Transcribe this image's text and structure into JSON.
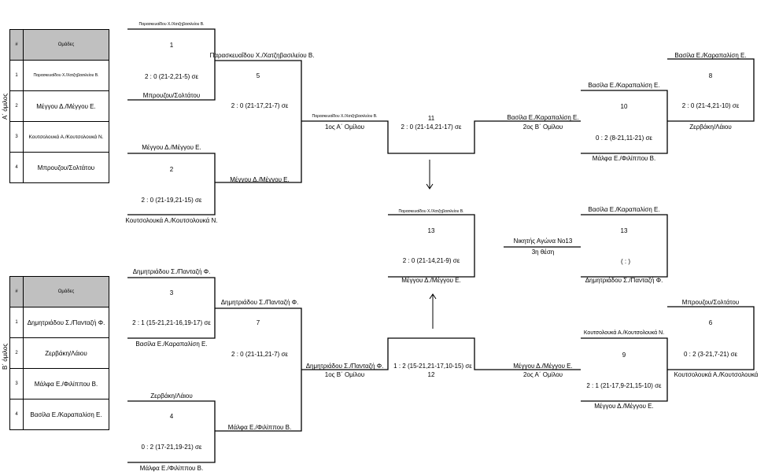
{
  "groupA": {
    "side_label": "Α΄ όμιλος",
    "header_idx": "#",
    "header_name": "Ομάδες",
    "rows": [
      {
        "idx": "1",
        "name": "Παρασκευαΐδου Χ./Χατζηβασιλείου Β."
      },
      {
        "idx": "2",
        "name": "Μέγγου Δ./Μέγγου Ε."
      },
      {
        "idx": "3",
        "name": "Κουτσολουκά Α./Κουτσολουκά Ν."
      },
      {
        "idx": "4",
        "name": "Μπρουζου/Σολτάτου"
      }
    ]
  },
  "groupB": {
    "side_label": "Β΄ όμιλος",
    "header_idx": "#",
    "header_name": "Ομάδες",
    "rows": [
      {
        "idx": "1",
        "name": "Δημητριάδου Σ./Πανταζή Φ."
      },
      {
        "idx": "2",
        "name": "Ζερβάκη/Λάιου"
      },
      {
        "idx": "3",
        "name": "Μάλφα Ε./Φιλίππου Β."
      },
      {
        "idx": "4",
        "name": "Βασίλα Ε./Καραπαλίση Ε."
      }
    ]
  },
  "matches": {
    "m1": {
      "top": "Παρασκευαΐδου Χ./Χατζηβασιλείου Β.",
      "num": "1",
      "score": "2 : 0  (21-2,21-5)  σε",
      "bottom": "Μπρουζου/Σολτάτου"
    },
    "m2": {
      "top": "Μέγγου Δ./Μέγγου Ε.",
      "num": "2",
      "score": "2 : 0  (21-19,21-15)  σε",
      "bottom": "Κουτσολουκά Α./Κουτσολουκά Ν."
    },
    "m5": {
      "top": "Παρασκευαΐδου Χ./Χατζηβασιλείου Β.",
      "num": "5",
      "score": "2 : 0  (21-17,21-7)  σε",
      "bottom": "Μέγγου Δ./Μέγγου Ε."
    },
    "m3": {
      "top": "Δημητριάδου Σ./Πανταζή Φ.",
      "num": "3",
      "score": "2 : 1  (15-21,21-16,19-17)  σε",
      "bottom": "Βασίλα Ε./Καραπαλίση Ε."
    },
    "m4": {
      "top": "Ζερβάκη/Λάιου",
      "num": "4",
      "score": "0 : 2  (17-21,19-21)  σε",
      "bottom": "Μάλφα Ε./Φιλίππου Β."
    },
    "m7": {
      "top": "Δημητριάδου Σ./Πανταζή Φ.",
      "num": "7",
      "score": "2 : 0  (21-11,21-7)  σε",
      "bottom": "Μάλφα Ε./Φιλίππου Β."
    },
    "m11": {
      "top_a": "Παρασκευαΐδου Χ./Χατζηβασιλείου Β.",
      "top_b": "1ος Α΄ Ομίλου",
      "num": "11",
      "score": "2 : 0  (21-14,21-17)  σε",
      "right_a": "Βασίλα Ε./Καραπαλίση Ε.",
      "right_b": "2ος Β΄ Ομίλου"
    },
    "m12": {
      "left_a": "Δημητριάδου Σ./Πανταζή Φ.",
      "left_b": "1ος Β΄ Ομίλου",
      "score": "1 : 2   (15-21,21-17,10-15)   σε",
      "num": "12",
      "right_a": "Μέγγου Δ./Μέγγου Ε.",
      "right_b": "2ος Α΄ Ομίλου"
    },
    "final13": {
      "top": "Παρασκευαΐδου Χ./Χατζηβασιλείου Β.",
      "num": "13",
      "score": "2 : 0  (21-14,21-9)  σε",
      "bottom": "Μέγγου Δ./Μέγγου Ε."
    },
    "m10": {
      "top": "Βασίλα Ε./Καραπαλίση Ε.",
      "num": "10",
      "score": "0 : 2  (8-21,11-21)  σε",
      "bottom": "Μάλφα Ε./Φιλίππου Β."
    },
    "m8": {
      "top": "Βασίλα Ε./Καραπαλίση Ε.",
      "num": "8",
      "score": "2 : 0  (21-4,21-10)  σε",
      "bottom": "Ζερβάκη/Λάιου"
    },
    "third13": {
      "left_a": "Νικητής Αγώνα Νο13",
      "left_b": "3η θέση",
      "top": "Βασίλα Ε./Καραπαλίση Ε.",
      "num": "13",
      "score": "( : )",
      "bottom": "Δημητριάδου Σ./Πανταζή Φ."
    },
    "m9": {
      "top": "Κουτσολουκά Α./Κουτσολουκά Ν.",
      "num": "9",
      "score": "2 : 1  (21-17,9-21,15-10)  σε",
      "bottom": "Μέγγου Δ./Μέγγου Ε."
    },
    "m6": {
      "top": "Μπρουζου/Σολτάτου",
      "num": "6",
      "score": "0 : 2  (3-21,7-21)  σε",
      "bottom": "Κουτσολουκά Α./Κουτσολουκά"
    }
  }
}
